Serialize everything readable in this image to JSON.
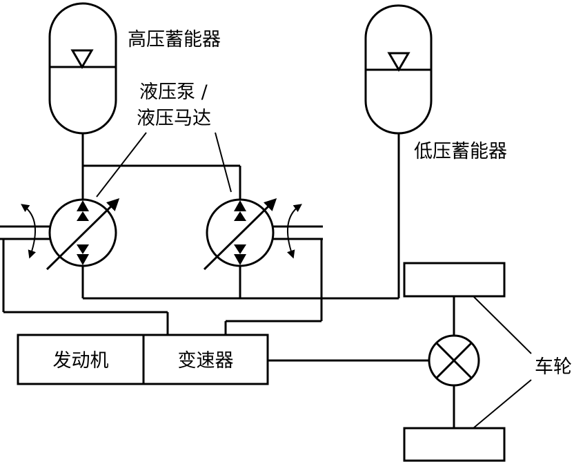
{
  "labels": {
    "high_pressure_accumulator": "高压蓄能器",
    "low_pressure_accumulator": "低压蓄能器",
    "pump_line1": "液压泵 /",
    "pump_line2": "液压马达",
    "engine": "发动机",
    "transmission": "变速器",
    "wheels": "车轮"
  }
}
